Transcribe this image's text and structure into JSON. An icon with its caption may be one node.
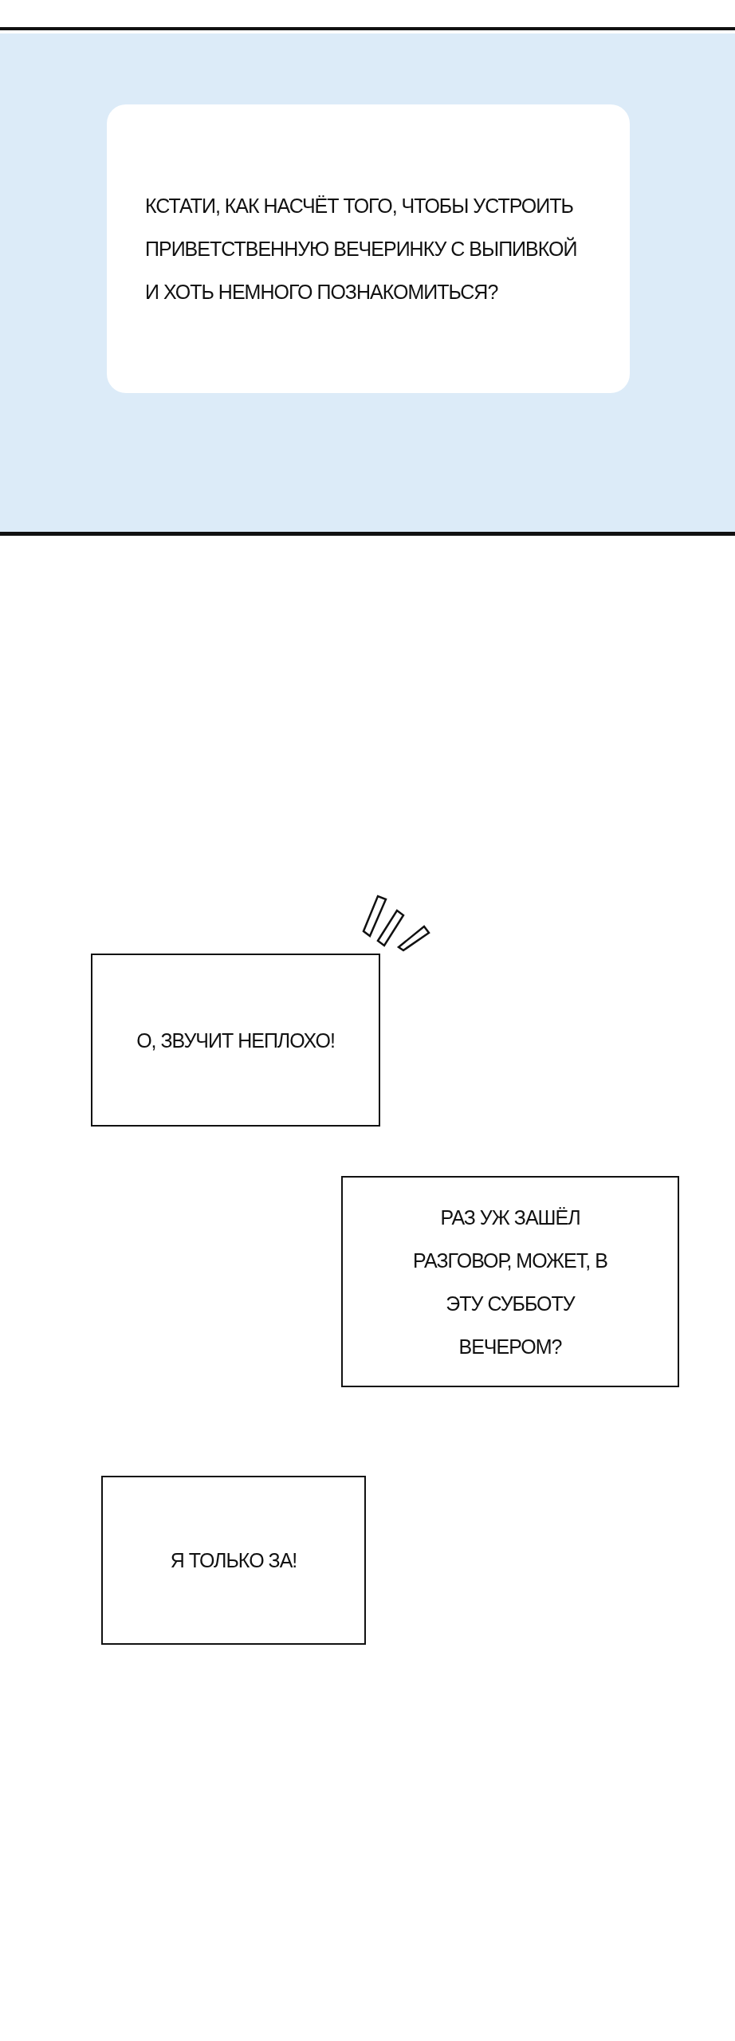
{
  "diagram": {
    "nodes": [
      {
        "text": [],
        "shape": "box"
      },
      {
        "text": [
          "КСТАТИ, КАК НАСЧЁТ ТОГО, ЧТОБЫ УСТРОИТЬ ПРИВЕТСТВЕННУЮ ВЕЧЕРИНКУ С ВЫПИВКОЙ И ХОТЬ НЕМНОГО ПОЗНАКОМИТЬСЯ?"
        ],
        "in": 0
      },
      {
        "text": [
          "О, ЗВУЧИТ НЕПЛОХО!"
        ]
      },
      {
        "text": [
          "РАЗ УЖ ЗАШЁЛ РАЗГОВОР, МОЖЕТ, В ЭТУ СУББОТУ ВЕЧЕРОМ?"
        ]
      },
      {
        "text": [
          "Я ТОЛЬКО ЗА!"
        ]
      }
    ]
  }
}
